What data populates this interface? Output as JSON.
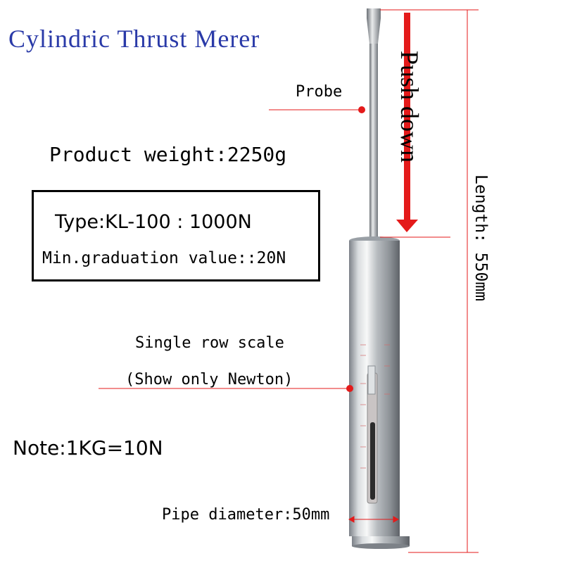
{
  "title": "Cylindric Thrust Merer",
  "probe_label": "Probe",
  "product_weight": "Product weight:2250g",
  "spec": {
    "type_line": "Type:KL-100 : 1000N",
    "graduation_line": "Min.graduation value::20N"
  },
  "scale_line1": "Single row scale",
  "scale_line2": "(Show only Newton)",
  "note": "Note:1KG=10N",
  "pipe_diameter": "Pipe diameter:50mm",
  "push_down": "Push down",
  "length": "Length: 550mm",
  "colors": {
    "title": "#2a3aa8",
    "accent_red": "#e41a1a"
  }
}
